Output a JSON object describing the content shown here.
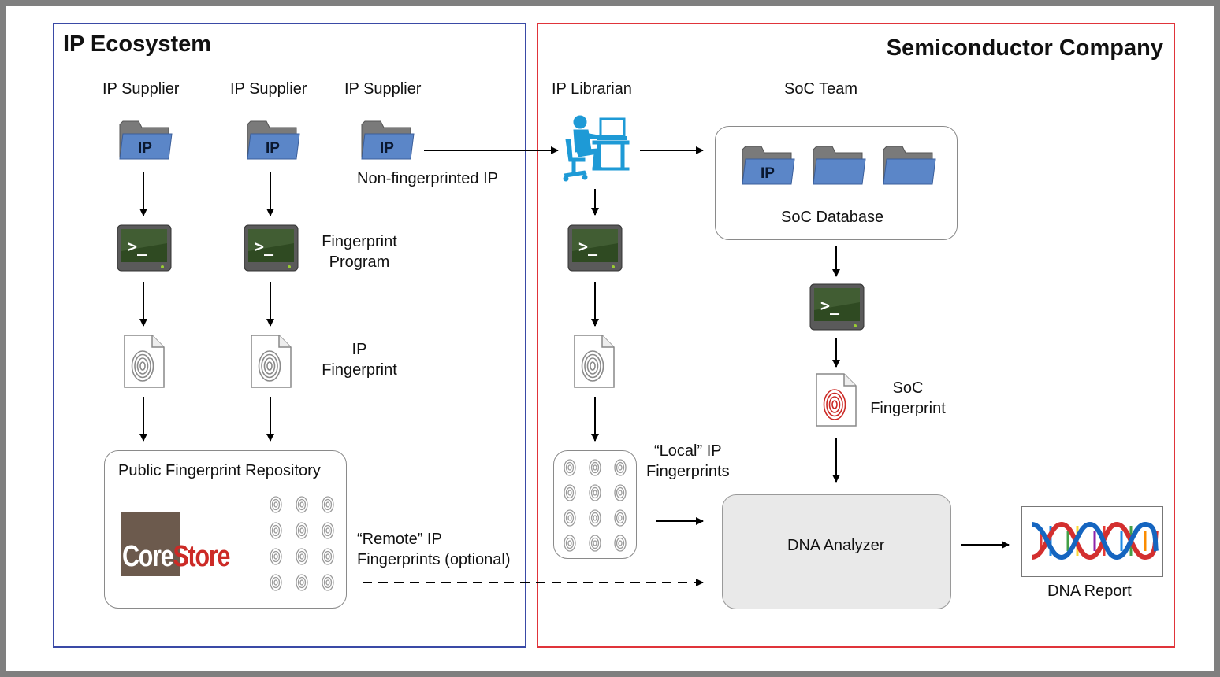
{
  "panels": {
    "ip_ecosystem": {
      "title": "IP Ecosystem",
      "border_color": "#3a4aa6"
    },
    "semiconductor_company": {
      "title": "Semiconductor Company",
      "border_color": "#e0343a"
    }
  },
  "ip_ecosystem": {
    "supplier_labels": [
      "IP Supplier",
      "IP Supplier",
      "IP Supplier"
    ],
    "ip_folder_label": "IP",
    "non_fingerprinted_label": "Non-fingerprinted IP",
    "fingerprint_program_label": [
      "Fingerprint",
      "Program"
    ],
    "ip_fingerprint_label": [
      "IP",
      "Fingerprint"
    ],
    "repository": {
      "title": "Public Fingerprint Repository",
      "logo": {
        "part1": "Core",
        "part2": "Store"
      }
    },
    "remote_label": [
      "“Remote” IP",
      "Fingerprints (optional)"
    ]
  },
  "semiconductor_company": {
    "ip_librarian_label": "IP Librarian",
    "soc_team_label": "SoC Team",
    "soc_database_label": "SoC Database",
    "soc_fingerprint_label": [
      "SoC",
      "Fingerprint"
    ],
    "local_label": [
      "“Local” IP",
      "Fingerprints"
    ],
    "dna_analyzer_label": "DNA Analyzer",
    "dna_report_label": "DNA Report"
  },
  "colors": {
    "folder_tab": "#7a7a7a",
    "folder_front": "#5b86c8",
    "terminal_screen": "#2f4a22",
    "fingerprint_red": "#cc2a26",
    "person": "#1e9ad6"
  }
}
